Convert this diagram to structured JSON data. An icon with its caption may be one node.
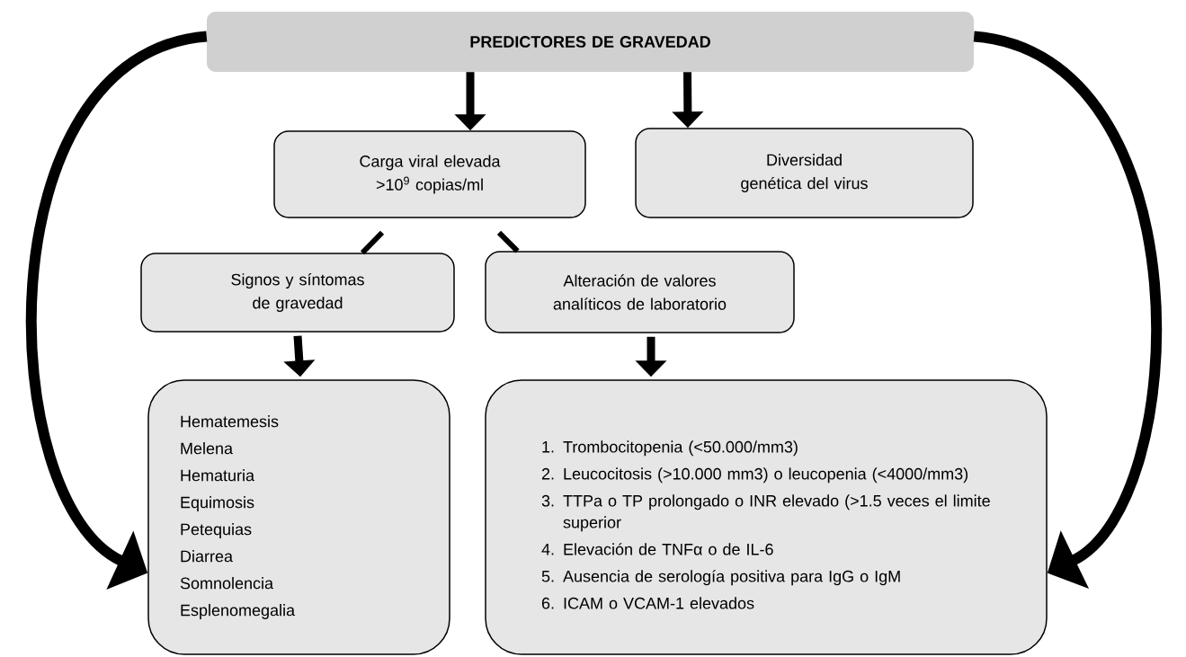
{
  "diagram": {
    "nodes": [
      {
        "text": [
          "PREDICTORES DE GRAVEDAD"
        ]
      },
      {
        "text": [
          "Carga viral elevada >10$^{9}$ copias/ml"
        ]
      },
      {
        "text": [
          "Diversidad genética del virus"
        ]
      },
      {
        "text": [
          "Signos y síntomas de gravedad"
        ]
      },
      {
        "text": [
          "Alteración de valores analíticos de laboratorio"
        ]
      },
      {
        "text": [
          "Hematemesis",
          "Melena",
          "Hematuria",
          "Equimosis",
          "Petequias",
          "Diarrea",
          "Somnolencia",
          "Esplenomegalia"
        ]
      },
      {
        "text": [
          "1. Trombocitopenia (<50.000/mm3)",
          "2. Leucocitosis (>10.000 mm3) o leucopenia (<4000/mm3)",
          "3. TTPa o TP prolongado o INR elevado (>1.5 veces el limite superior",
          "4. Elevación de TNFα o de IL-6",
          "5. Ausencia de serología positiva para IgG o IgM",
          "6. ICAM o VCAM-1 elevados"
        ]
      }
    ],
    "edges": [
      {
        "from": 0,
        "to": 1,
        "arrow": "to"
      },
      {
        "from": 0,
        "to": 2,
        "arrow": "to"
      },
      {
        "from": 1,
        "to": 3,
        "arrow": "none"
      },
      {
        "from": 1,
        "to": 4,
        "arrow": "none"
      },
      {
        "from": 3,
        "to": 5,
        "arrow": "to"
      },
      {
        "from": 4,
        "to": 6,
        "arrow": "to"
      },
      {
        "from": 0,
        "to": 5,
        "arrow": "to"
      },
      {
        "from": 0,
        "to": 6,
        "arrow": "to"
      }
    ]
  }
}
